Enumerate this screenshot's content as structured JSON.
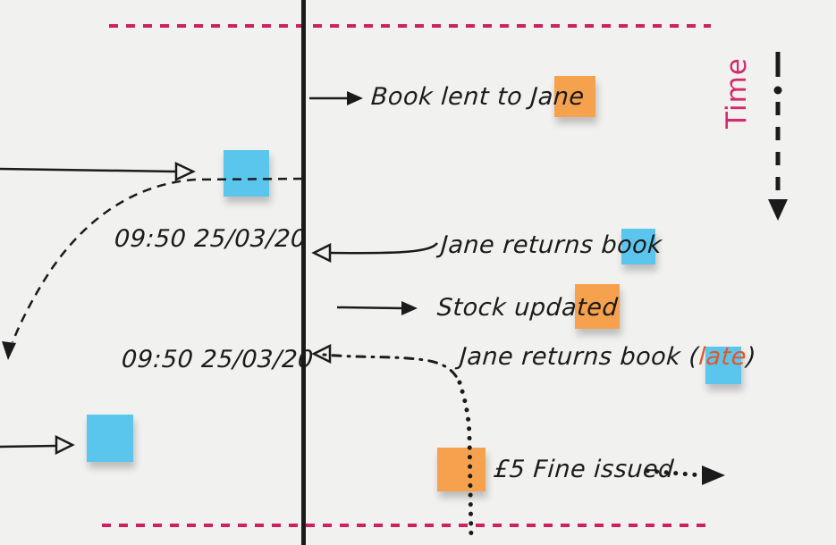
{
  "colors": {
    "board_bg": "#f1f1f0",
    "ink": "#1b1b1b",
    "lane_pink": "#ce2160",
    "time_pink": "#d4296b",
    "late_orange": "#e2572b",
    "sticky_blue": "#5ac6ee",
    "sticky_orange": "#f6a14e"
  },
  "labels": {
    "time_axis": "Time",
    "book_lent": "Book lent to Jane",
    "jane_returns": "Jane returns book",
    "stock_updated": "Stock updated",
    "jane_returns_late_prefix": "Jane returns book ",
    "paren_open": "(",
    "late_word": "late",
    "paren_close": ")",
    "fine_issued": "£5 Fine issued",
    "timestamp_return": "09:50 25/03/20",
    "timestamp_return_late": "09:50 25/03/20"
  },
  "stickies": [
    {
      "name": "sticky-book-lent",
      "color": "orange"
    },
    {
      "name": "sticky-record-lent",
      "color": "blue"
    },
    {
      "name": "sticky-jane-returns",
      "color": "blue"
    },
    {
      "name": "sticky-stock-updated",
      "color": "orange"
    },
    {
      "name": "sticky-jane-returns-late",
      "color": "blue"
    },
    {
      "name": "sticky-fine-issued",
      "color": "orange"
    },
    {
      "name": "sticky-bottom-left",
      "color": "blue"
    }
  ]
}
